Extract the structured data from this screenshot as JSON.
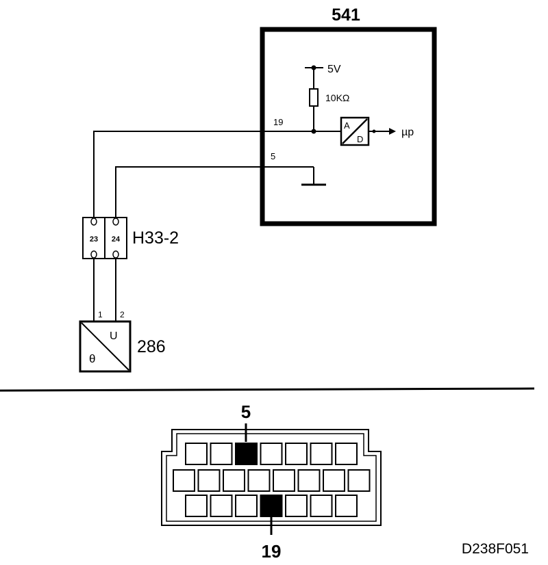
{
  "ecu": {
    "id": "541",
    "supply": "5V",
    "resistor": "10KΩ",
    "pin_signal": "19",
    "pin_ground": "5",
    "adc_top": "A",
    "adc_bottom": "D",
    "micro": "µp"
  },
  "connector": {
    "id": "H33-2",
    "pin_a": "23",
    "pin_b": "24"
  },
  "sensor": {
    "id": "286",
    "pin_1": "1",
    "pin_2": "2",
    "output": "U",
    "input": "θ"
  },
  "plug_view": {
    "top_marked_pin": "5",
    "bottom_marked_pin": "19",
    "rows": [
      [
        "empty",
        "empty",
        "filled",
        "empty",
        "empty",
        "empty",
        "empty"
      ],
      [
        "empty",
        "empty",
        "empty",
        "empty",
        "empty",
        "empty",
        "empty",
        "empty"
      ],
      [
        "empty",
        "empty",
        "empty",
        "filled",
        "empty",
        "empty",
        "empty"
      ]
    ]
  },
  "figure_code": "D238F051",
  "colors": {
    "ink": "#000000",
    "paper": "#ffffff"
  }
}
